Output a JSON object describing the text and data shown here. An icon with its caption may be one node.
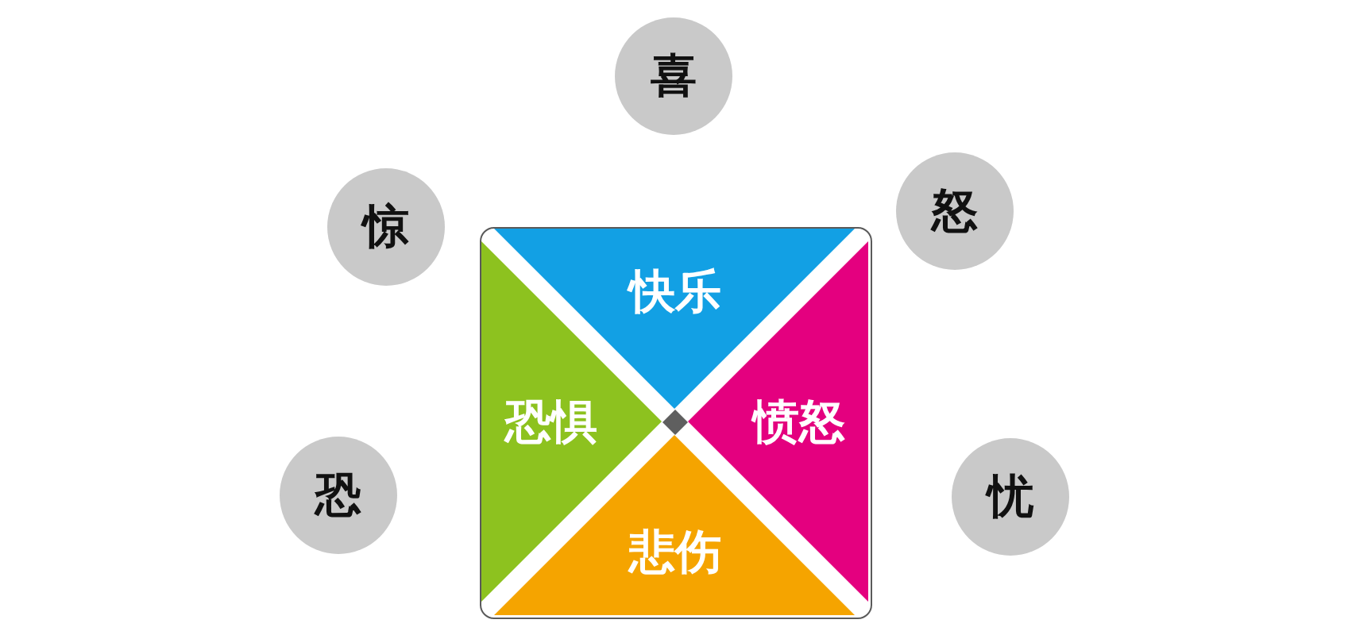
{
  "diagram": {
    "nodes": [
      {
        "text": [
          "喜"
        ]
      },
      {
        "text": [
          "惊"
        ]
      },
      {
        "text": [
          "怒"
        ]
      },
      {
        "text": [],
        "shape": "box"
      },
      {
        "text": [
          "快乐"
        ],
        "in": 3
      },
      {
        "text": [
          "恐惧"
        ],
        "in": 3
      },
      {
        "text": [
          "愤怒"
        ],
        "in": 3
      },
      {
        "text": [
          "悲伤"
        ],
        "in": 3
      },
      {
        "text": [
          "恐"
        ]
      },
      {
        "text": [
          "忧"
        ]
      }
    ]
  }
}
